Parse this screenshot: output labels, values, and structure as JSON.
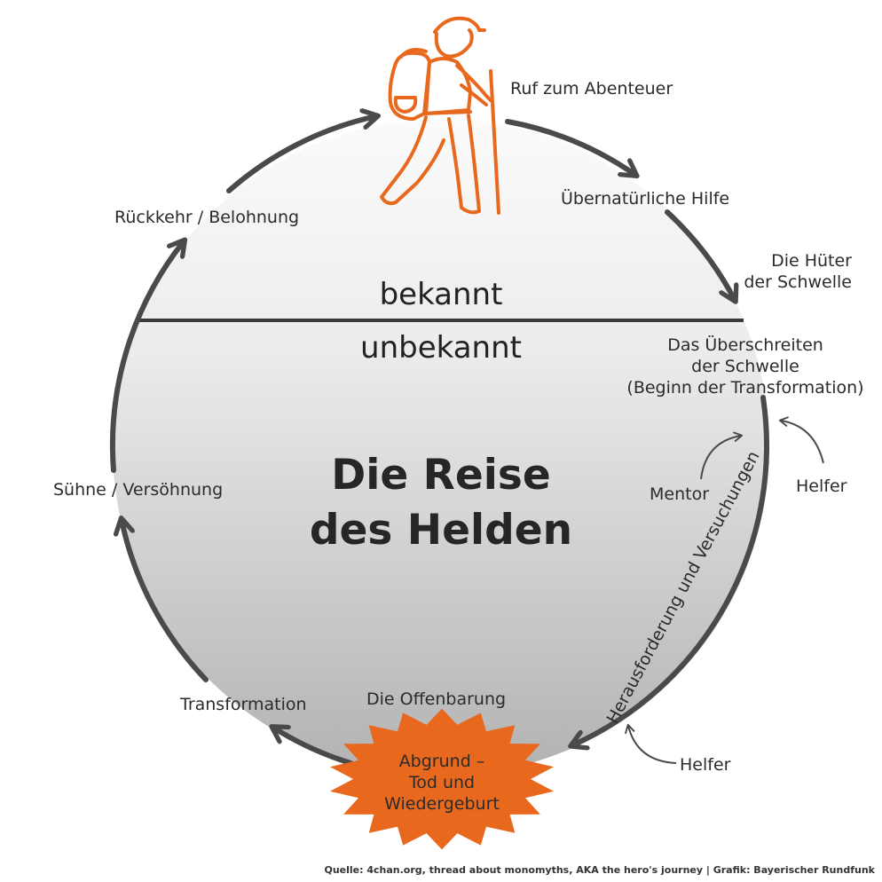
{
  "title": {
    "line1": "Die Reise",
    "line2": "des Helden"
  },
  "zones": {
    "known": "bekannt",
    "unknown": "unbekannt"
  },
  "stages": {
    "call": "Ruf zum Abenteuer",
    "supernatural_aid": "Übernatürliche Hilfe",
    "guardians_line1": "Die Hüter",
    "guardians_line2": "der Schwelle",
    "crossing_line1": "Das Überschreiten",
    "crossing_line2": "der Schwelle",
    "crossing_line3": "(Beginn der Transformation)",
    "mentor": "Mentor",
    "helper_top": "Helfer",
    "trials": "Herausforderung und Versuchungen",
    "helper_bottom": "Helfer",
    "revelation": "Die Offenbarung",
    "abyss_line1": "Abgrund –",
    "abyss_line2": "Tod und",
    "abyss_line3": "Wiedergeburt",
    "transformation": "Transformation",
    "atonement": "Sühne / Versöhnung",
    "return": "Rückkehr / Belohnung"
  },
  "source": "Quelle: 4chan.org, thread about monomyths, AKA the hero's journey | Grafik: Bayerischer Rundfunk",
  "colors": {
    "accent": "#e8691e",
    "ring": "#4a4a4a",
    "fill_top": "#fafafa",
    "fill_bottom": "#b4b4b4"
  },
  "icons": [
    "hiker-icon",
    "burst-icon"
  ]
}
